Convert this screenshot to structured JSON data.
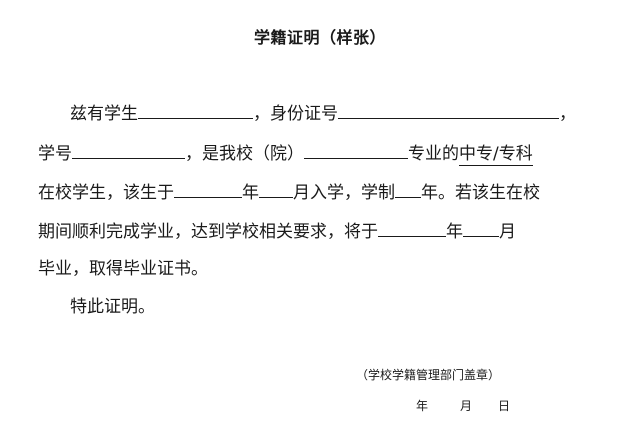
{
  "title": "学籍证明（样张）",
  "para": {
    "l1a": "兹有学生",
    "l1b": "，身份证号",
    "l1c": "，",
    "l2a": "学号",
    "l2b": "，是我校（院）",
    "l2c": "专业的",
    "l2d": "中专/专科",
    "l3a": "在校学生，该生于",
    "l3b": "年",
    "l3c": "月入学，学制",
    "l3d": "年。若该生在校",
    "l4a": "期间顺利完成学业，达到学校相关要求，将于",
    "l4b": "年",
    "l4c": "月",
    "l5": "毕业，取得毕业证书。",
    "l6": "特此证明。"
  },
  "stamp": "（学校学籍管理部门盖章）",
  "date": {
    "year": "年",
    "month": "月",
    "day": "日"
  }
}
